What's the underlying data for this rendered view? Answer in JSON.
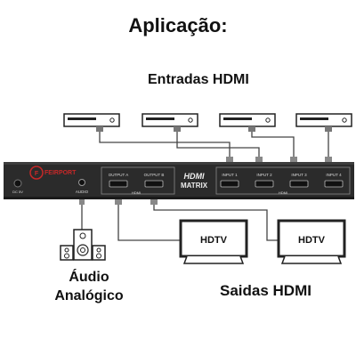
{
  "title": "Aplicação:",
  "inputs_label": "Entradas HDMI",
  "audio_label": "Áudio\nAnalógico",
  "outputs_label": "Saidas HDMI",
  "device": {
    "brand": "FEIRPORT",
    "dc_label": "DC 5V",
    "audio_port_label": "AUDIO",
    "output_ports": [
      "OUTPUT A",
      "OUTPUT B"
    ],
    "hdmi_sub": "HDMI",
    "logo_top": "HDMI",
    "logo_bottom": "MATRIX",
    "input_ports": [
      "INPUT 1",
      "INPUT 2",
      "INPUT 3",
      "INPUT 4"
    ]
  },
  "tv_labels": [
    "HDTV",
    "HDTV"
  ],
  "colors": {
    "device": "#2b2b2b",
    "cable": "#444444",
    "text": "#111111",
    "brand": "#c62828"
  }
}
